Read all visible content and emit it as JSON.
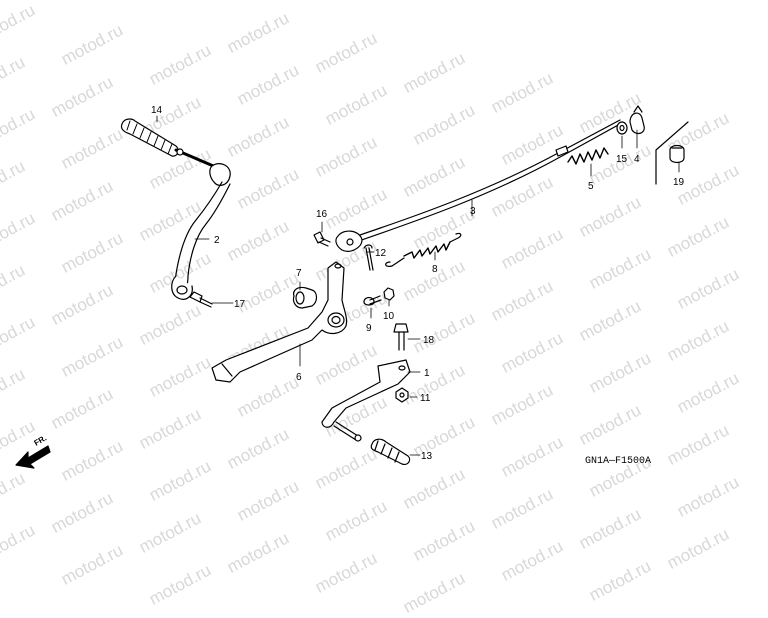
{
  "watermark": "motod.ru",
  "diagram_code": "GN1A—F1500A",
  "direction_label": "FR.",
  "callouts": [
    "1",
    "2",
    "3",
    "4",
    "5",
    "6",
    "7",
    "8",
    "9",
    "10",
    "11",
    "12",
    "13",
    "14",
    "15",
    "16",
    "17",
    "18",
    "19"
  ]
}
